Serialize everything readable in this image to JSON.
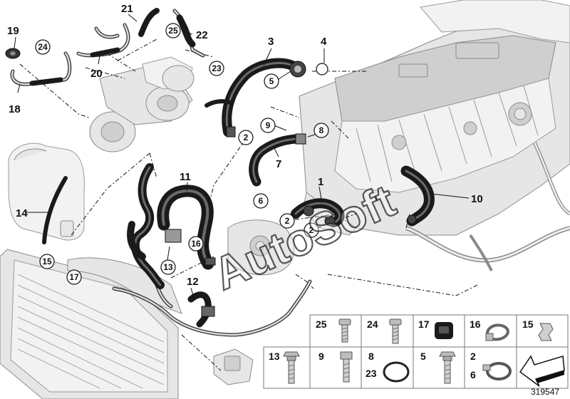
{
  "diagram": {
    "reference_number": "319547",
    "watermark": "AutoSoft"
  },
  "callouts": [
    {
      "id": "c19",
      "label": "19"
    },
    {
      "id": "c24",
      "label": "24"
    },
    {
      "id": "c20",
      "label": "20"
    },
    {
      "id": "c21",
      "label": "21"
    },
    {
      "id": "c25",
      "label": "25"
    },
    {
      "id": "c22",
      "label": "22"
    },
    {
      "id": "c23",
      "label": "23"
    },
    {
      "id": "c18",
      "label": "18"
    },
    {
      "id": "c3",
      "label": "3"
    },
    {
      "id": "c4",
      "label": "4"
    },
    {
      "id": "c5",
      "label": "5"
    },
    {
      "id": "c9",
      "label": "9"
    },
    {
      "id": "c8",
      "label": "8"
    },
    {
      "id": "c7",
      "label": "7"
    },
    {
      "id": "c2a",
      "label": "2"
    },
    {
      "id": "c6",
      "label": "6"
    },
    {
      "id": "c1",
      "label": "1"
    },
    {
      "id": "c2b",
      "label": "2"
    },
    {
      "id": "c2c",
      "label": "2"
    },
    {
      "id": "c10",
      "label": "10"
    },
    {
      "id": "c11",
      "label": "11"
    },
    {
      "id": "c16",
      "label": "16"
    },
    {
      "id": "c13",
      "label": "13"
    },
    {
      "id": "c14",
      "label": "14"
    },
    {
      "id": "c15",
      "label": "15"
    },
    {
      "id": "c17",
      "label": "17"
    },
    {
      "id": "c12",
      "label": "12"
    }
  ],
  "parts_table": [
    {
      "label": "25",
      "icon": "torx-bolt-icon"
    },
    {
      "label": "24",
      "icon": "torx-bolt-icon"
    },
    {
      "label": "17",
      "icon": "rubber-grommet-icon"
    },
    {
      "label": "16",
      "icon": "hose-clamp-icon"
    },
    {
      "label": "15",
      "icon": "spring-clip-icon"
    },
    {
      "label": "13",
      "icon": "hex-flange-bolt-icon"
    },
    {
      "label": "9",
      "icon": "hex-bolt-icon"
    },
    {
      "label": "8",
      "label2": "23",
      "icon": "o-ring-icon"
    },
    {
      "label": "5",
      "icon": "hex-flange-bolt-icon"
    },
    {
      "label": "2",
      "label2": "6",
      "icon": "spring-band-clamp-icon"
    },
    {
      "label": "",
      "icon": "direction-arrow-icon"
    }
  ]
}
